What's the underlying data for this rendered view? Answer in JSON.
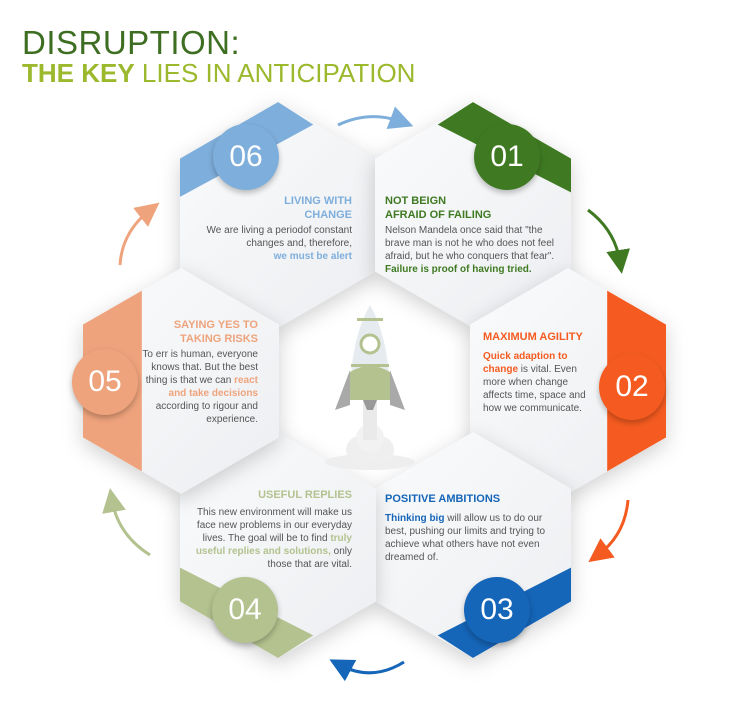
{
  "title": {
    "line1": "DISRUPTION:",
    "line2_bold": "THE KEY",
    "line2_rest": "LIES IN ANTICIPATION"
  },
  "colors": {
    "s01": "#3f7a22",
    "s02": "#f55b20",
    "s03": "#1565b8",
    "s04": "#b3c28f",
    "s05": "#eea37c",
    "s06": "#7eaedb"
  },
  "steps": [
    {
      "num": "01",
      "title1": "NOT BEIGN",
      "title2": "AFRAID OF FAILING",
      "text": "Nelson Mandela once said that \"the brave man is not he who does not feel afraid, but he who conquers that fear\".",
      "highlight": "Failure is proof of having tried."
    },
    {
      "num": "02",
      "title1": "MAXIMUM AGILITY",
      "highlight": "Quick adaption to change",
      "text": "is vital. Even more when change affects time, space and how we communicate."
    },
    {
      "num": "03",
      "title1": "POSITIVE AMBITIONS",
      "highlight": "Thinking big",
      "text": "will allow us to do our best, pushing our limits and trying to achieve what others have not even dreamed of."
    },
    {
      "num": "04",
      "title1": "USEFUL REPLIES",
      "text": "This new environment will make us face new problems in our everyday lives. The goal will be to find",
      "highlight": "truly useful replies and solutions,",
      "text2": "only those that are vital."
    },
    {
      "num": "05",
      "title1": "SAYING YES TO",
      "title2": "TAKING RISKS",
      "text": "To err is human, everyone knows that. But the best thing is that we can",
      "highlight": "react and take decisions",
      "text2": "according to rigour and experience."
    },
    {
      "num": "06",
      "title1": "LIVING WITH",
      "title2": "CHANGE",
      "text": "We are living a periodof constant changes and, therefore,",
      "highlight": "we must be alert"
    }
  ]
}
